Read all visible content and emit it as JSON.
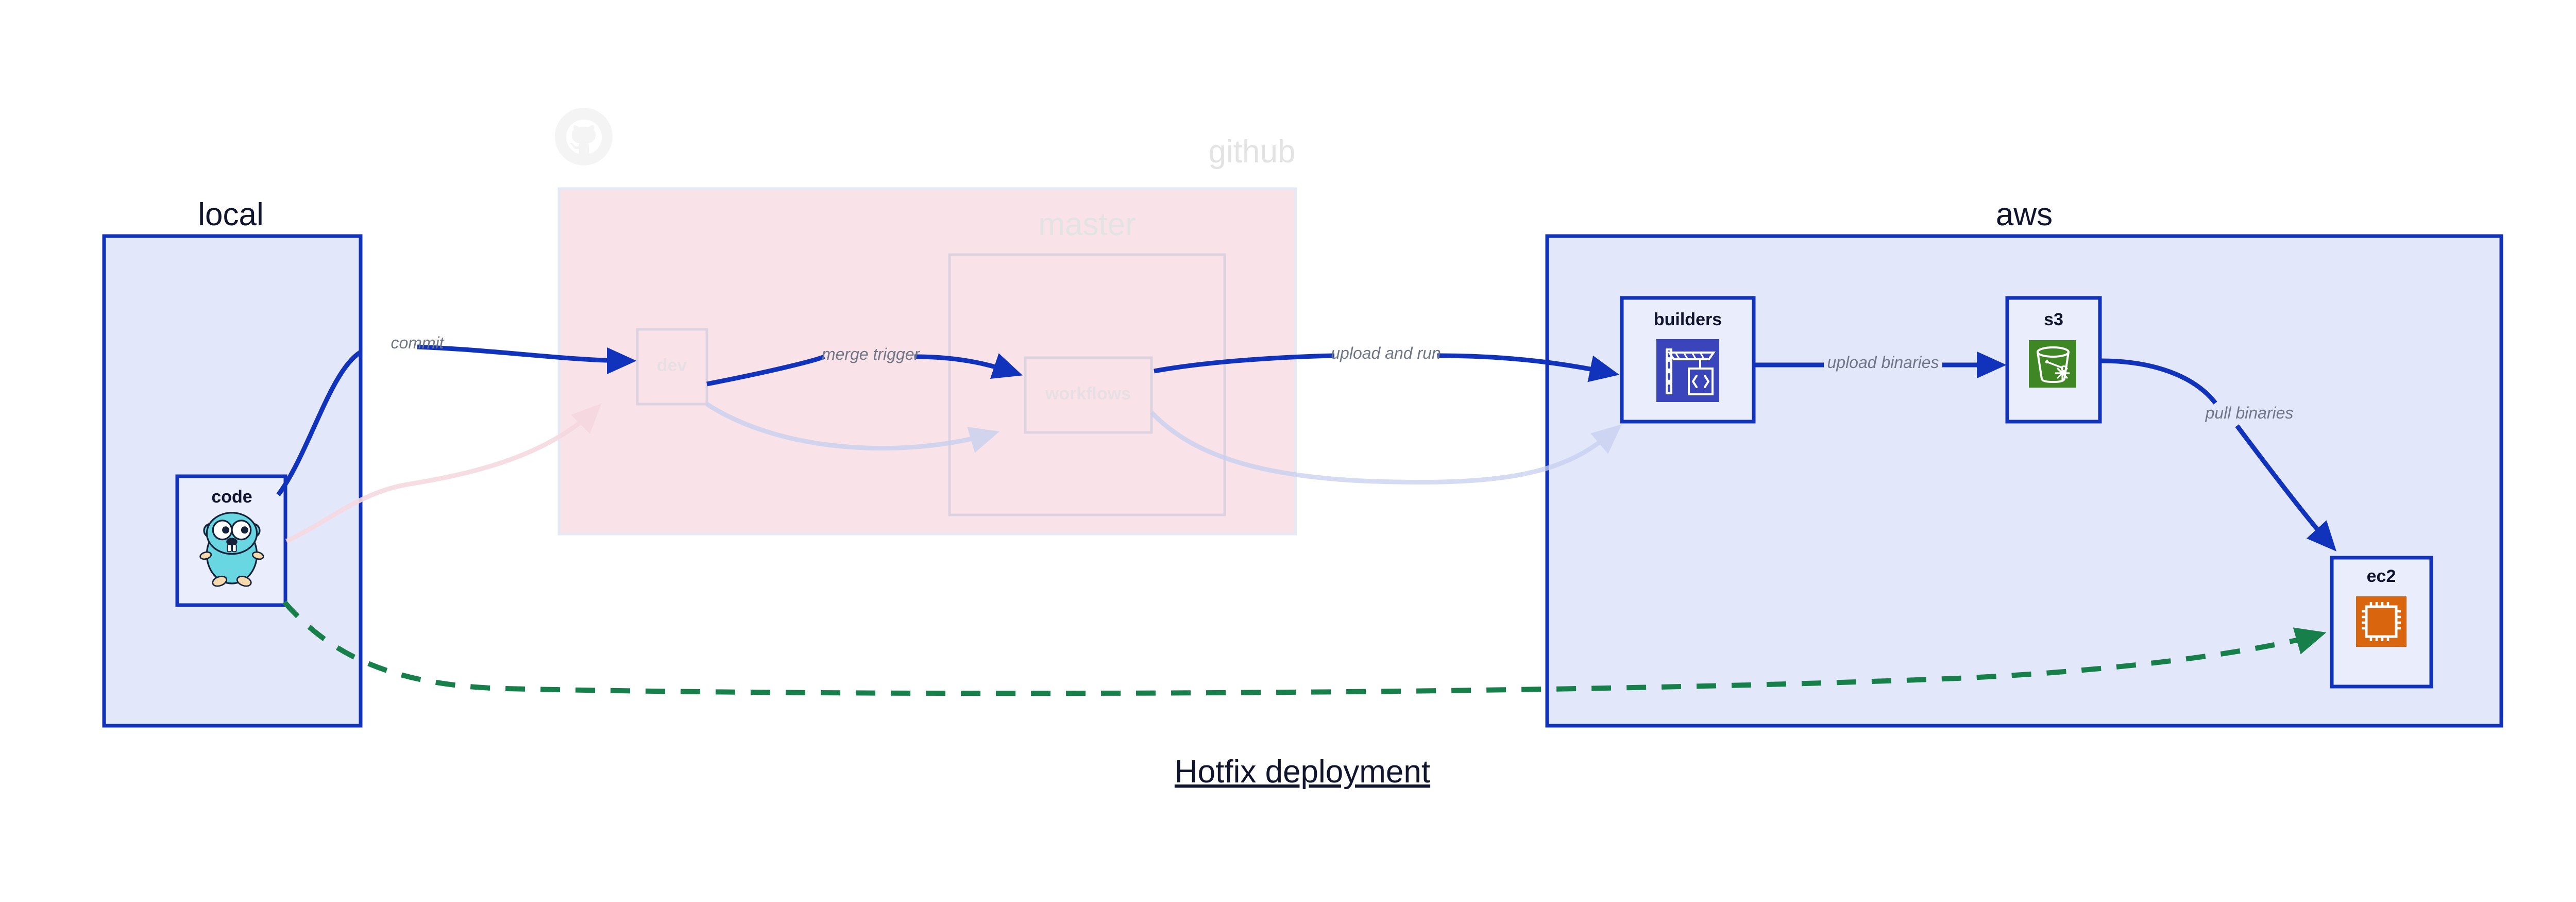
{
  "diagram": {
    "title": "Hotfix deployment",
    "clusters": [
      {
        "id": "local",
        "label": "local",
        "state": "active"
      },
      {
        "id": "github",
        "label": "github",
        "state": "dimmed"
      },
      {
        "id": "aws",
        "label": "aws",
        "state": "active"
      }
    ],
    "subclusters": [
      {
        "id": "master",
        "label": "master",
        "parent": "github",
        "state": "dimmed"
      }
    ],
    "nodes": [
      {
        "id": "code",
        "label": "code",
        "icon": "go-gopher-icon",
        "cluster": "local",
        "state": "active"
      },
      {
        "id": "dev",
        "label": "dev",
        "icon": "branch-icon",
        "cluster": "github",
        "state": "dimmed"
      },
      {
        "id": "workflows",
        "label": "workflows",
        "icon": "workflows-icon",
        "cluster": "master",
        "state": "dimmed"
      },
      {
        "id": "builders",
        "label": "builders",
        "icon": "aws-codebuild-icon",
        "cluster": "aws",
        "state": "active"
      },
      {
        "id": "s3",
        "label": "s3",
        "icon": "aws-s3-glacier-icon",
        "cluster": "aws",
        "state": "active"
      },
      {
        "id": "ec2",
        "label": "ec2",
        "icon": "aws-ec2-icon",
        "cluster": "aws",
        "state": "active"
      }
    ],
    "edges": [
      {
        "id": "e1",
        "from": "code",
        "to": "dev",
        "label": "commit",
        "style": "solid",
        "state": "active"
      },
      {
        "id": "e2",
        "from": "dev",
        "to": "workflows",
        "label": "merge trigger",
        "style": "solid",
        "state": "active"
      },
      {
        "id": "e3",
        "from": "workflows",
        "to": "builders",
        "label": "upload and run",
        "style": "solid",
        "state": "active"
      },
      {
        "id": "e4",
        "from": "builders",
        "to": "s3",
        "label": "upload binaries",
        "style": "solid",
        "state": "active"
      },
      {
        "id": "e5",
        "from": "s3",
        "to": "ec2",
        "label": "pull binaries",
        "style": "solid",
        "state": "active"
      },
      {
        "id": "e6",
        "from": "code",
        "to": "ec2",
        "label": "",
        "style": "dashed",
        "state": "active"
      },
      {
        "id": "e7",
        "from": "code",
        "to": "dev",
        "label": "",
        "style": "solid",
        "state": "faded"
      },
      {
        "id": "e8",
        "from": "dev",
        "to": "workflows",
        "label": "",
        "style": "solid",
        "state": "faded"
      },
      {
        "id": "e9",
        "from": "workflows",
        "to": "builders",
        "label": "",
        "style": "solid",
        "state": "faded"
      }
    ],
    "colors": {
      "cluster_blue_fill": "#e2e7fa",
      "cluster_blue_border": "#1133bb",
      "cluster_pink_fill": "#f9e3e8",
      "node_blue_fill": "#eaeefc",
      "edge_blue": "#1133bb",
      "edge_green_dashed": "#17804a",
      "edge_label_grey": "#6f7685",
      "title_navy": "#10142c",
      "aws_s3_green": "#3f8624",
      "aws_ec2_orange": "#d9660f",
      "aws_build_indigo": "#3a45bb",
      "go_gopher_teal": "#69d7e1"
    }
  }
}
